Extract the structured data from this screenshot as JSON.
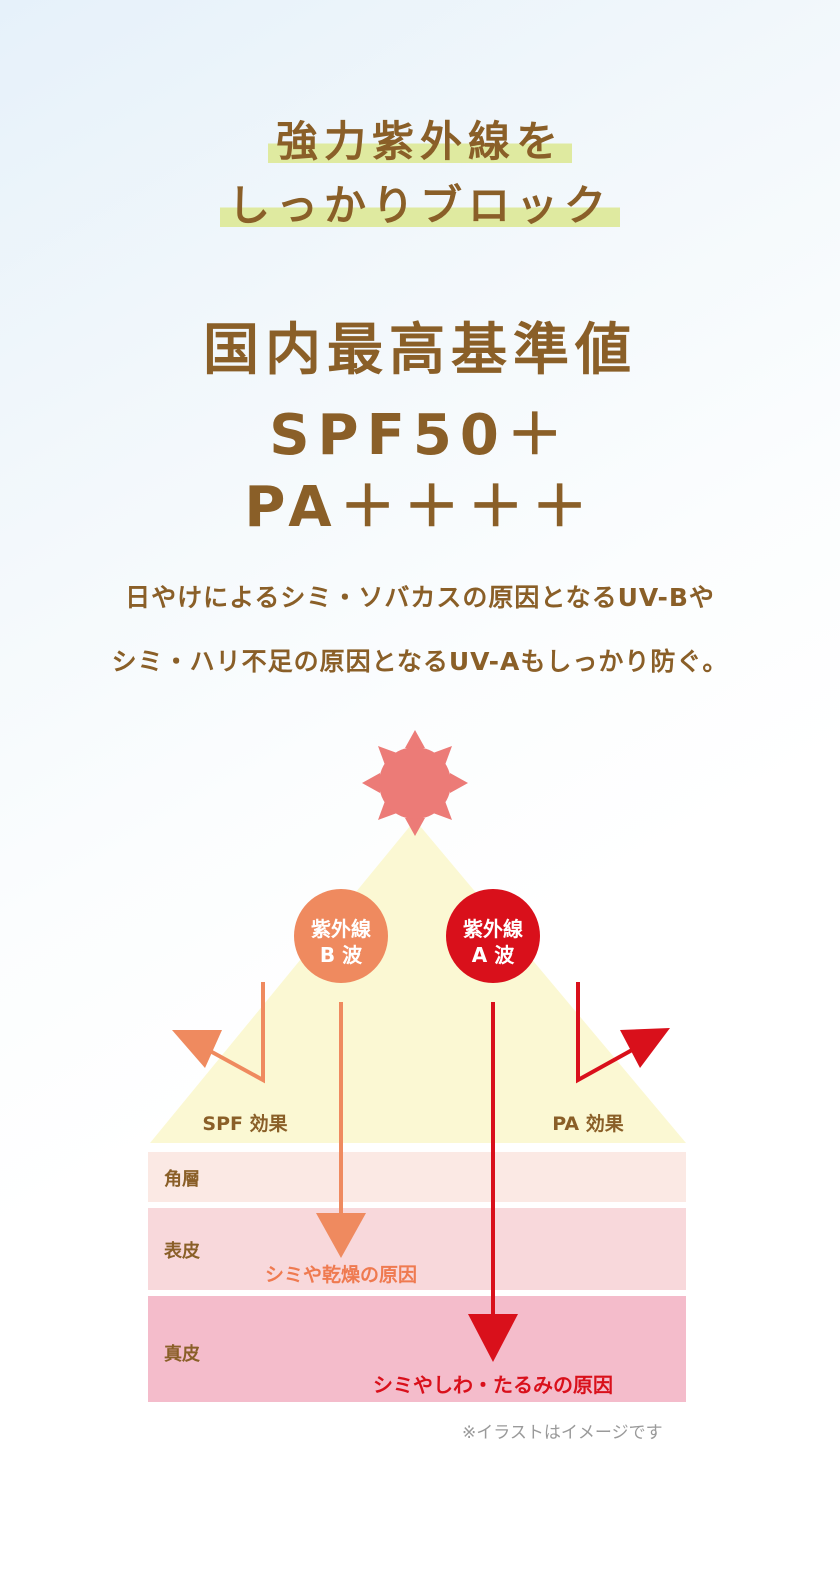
{
  "headline": {
    "line1": "強力紫外線を",
    "line2": "しっかりブロック"
  },
  "rating": {
    "title": "国内最高基準値",
    "spf": "SPF50＋",
    "pa": "PA＋＋＋＋"
  },
  "description": {
    "line1": "日やけによるシミ・ソバカスの原因となるUV-Bや",
    "line2": "シミ・ハリ不足の原因となるUV-Aもしっかり防ぐ。"
  },
  "diagram": {
    "uvb_badge": {
      "line1": "紫外線",
      "line2": "B 波"
    },
    "uva_badge": {
      "line1": "紫外線",
      "line2": "A 波"
    },
    "spf_effect": "SPF 効果",
    "pa_effect": "PA 効果",
    "layers": {
      "stratum_corneum": "角層",
      "epidermis": "表皮",
      "dermis": "真皮"
    },
    "uvb_result": "シミや乾燥の原因",
    "uva_result": "シミやしわ・たるみの原因",
    "colors": {
      "brown_text": "#8a5f28",
      "highlight": "#dfeaa0",
      "sun": "#ec7b77",
      "uvb": "#ef8a5f",
      "uva": "#d9101b",
      "triangle": "#fbf8d3",
      "layer1": "#fbe9e4",
      "layer2": "#f8d8db",
      "layer3": "#f4bccb"
    }
  },
  "note": "※イラストはイメージです"
}
